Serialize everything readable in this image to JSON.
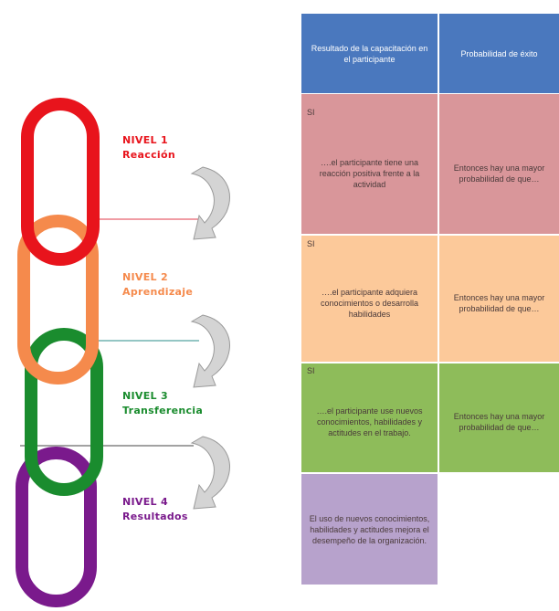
{
  "levels": [
    {
      "number": "NIVEL 1",
      "name": "Reacción",
      "color": "#e8141c"
    },
    {
      "number": "NIVEL 2",
      "name": "Aprendizaje",
      "color": "#f58a4c"
    },
    {
      "number": "NIVEL 3",
      "name": "Transferencia",
      "color": "#1a8c2e"
    },
    {
      "number": "NIVEL 4",
      "name": "Resultados",
      "color": "#7a1a8c"
    }
  ],
  "table": {
    "header": {
      "col1": "Resultado de la capacitación en el participante",
      "col2": "Probabilidad de éxito",
      "color": "#4a78be"
    },
    "rows": [
      {
        "si": "SI",
        "col1": "….el participante tiene una reacción positiva frente a la actividad",
        "col2": "Entonces hay una mayor probabilidad de que…",
        "color": "#d9969a"
      },
      {
        "si": "SI",
        "col1": "….el participante adquiera conocimientos o desarrolla habilidades",
        "col2": "Entonces hay una mayor probabilidad de que…",
        "color": "#fcc99a"
      },
      {
        "si": "SI",
        "col1": "….el participante use nuevos conocimientos, habilidades y actitudes en el trabajo.",
        "col2": "Entonces hay una mayor probabilidad de que…",
        "color": "#8ebc5a"
      }
    ],
    "final": {
      "text": "El uso de nuevos conocimientos, habilidades y actitudes mejora el desempeño de la organización.",
      "color": "#b7a2cc"
    }
  }
}
